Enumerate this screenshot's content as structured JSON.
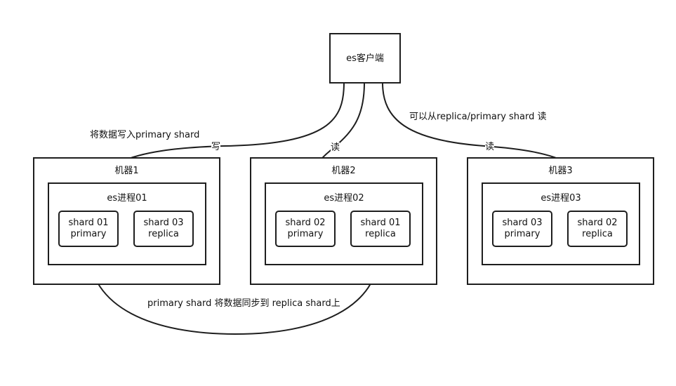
{
  "client": {
    "label": "es客户端"
  },
  "machines": [
    {
      "label": "机器1",
      "process": "es进程01",
      "shards": [
        {
          "name": "shard 01",
          "role": "primary"
        },
        {
          "name": "shard 03",
          "role": "replica"
        }
      ]
    },
    {
      "label": "机器2",
      "process": "es进程02",
      "shards": [
        {
          "name": "shard 02",
          "role": "primary"
        },
        {
          "name": "shard 01",
          "role": "replica"
        }
      ]
    },
    {
      "label": "机器3",
      "process": "es进程03",
      "shards": [
        {
          "name": "shard 03",
          "role": "primary"
        },
        {
          "name": "shard 02",
          "role": "replica"
        }
      ]
    }
  ],
  "edges": {
    "write_desc": "将数据写入primary shard",
    "write": "写",
    "read_mid": "读",
    "read_right": "读",
    "read_desc": "可以从replica/primary shard 读",
    "sync_desc": "primary shard 将数据同步到 replica shard上"
  }
}
